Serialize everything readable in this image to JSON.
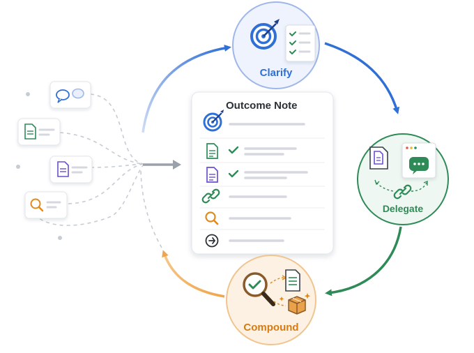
{
  "outcome_note": {
    "title": "Outcome Note",
    "rows": [
      {
        "icon": "document-icon",
        "checked": true
      },
      {
        "icon": "document-purple-icon",
        "checked": true
      },
      {
        "icon": "link-icon",
        "checked": false
      },
      {
        "icon": "search-icon",
        "checked": false
      },
      {
        "icon": "arrow-right-circle-icon",
        "checked": false
      }
    ]
  },
  "stages": {
    "clarify": {
      "label": "Clarify",
      "color": "#2f6fd6"
    },
    "delegate": {
      "label": "Delegate",
      "color": "#2e8b57"
    },
    "compound": {
      "label": "Compound",
      "color": "#e08a1e"
    }
  },
  "inputs": [
    {
      "icon": "chat-bubbles-icon"
    },
    {
      "icon": "document-icon"
    },
    {
      "icon": "document-purple-icon"
    },
    {
      "icon": "search-icon"
    }
  ]
}
